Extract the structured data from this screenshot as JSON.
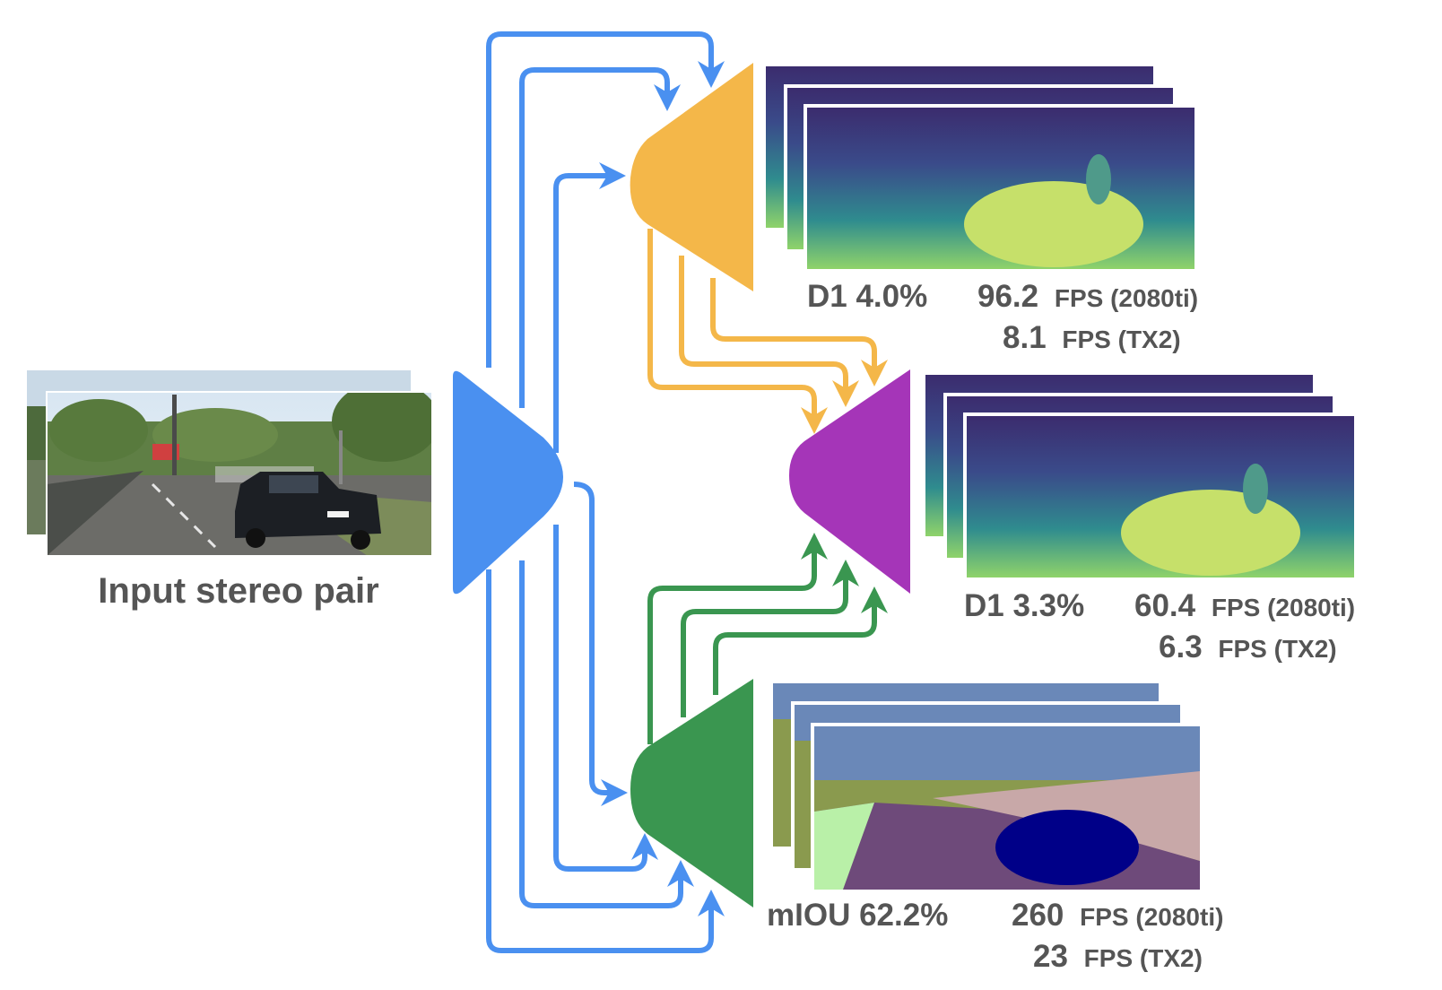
{
  "input": {
    "label": "Input stereo pair"
  },
  "heads": {
    "disparity_coarse": {
      "metric": "D1 4.0%",
      "fps_main_value": "96.2",
      "fps_main_unit": "FPS (2080ti)",
      "fps_sub_value": "8.1",
      "fps_sub_unit": "FPS (TX2)"
    },
    "disparity_refined": {
      "metric": "D1 3.3%",
      "fps_main_value": "60.4",
      "fps_main_unit": "FPS (2080ti)",
      "fps_sub_value": "6.3",
      "fps_sub_unit": "FPS (TX2)"
    },
    "segmentation": {
      "metric": "mIOU 62.2%",
      "fps_main_value": "260",
      "fps_main_unit": "FPS (2080ti)",
      "fps_sub_value": "23",
      "fps_sub_unit": "FPS (TX2)"
    }
  },
  "colors": {
    "encoder": "#4a90f0",
    "disparity_decoder": "#f4b749",
    "refinement_decoder": "#a535b8",
    "segmentation_decoder": "#3a9650",
    "text": "#555555"
  }
}
